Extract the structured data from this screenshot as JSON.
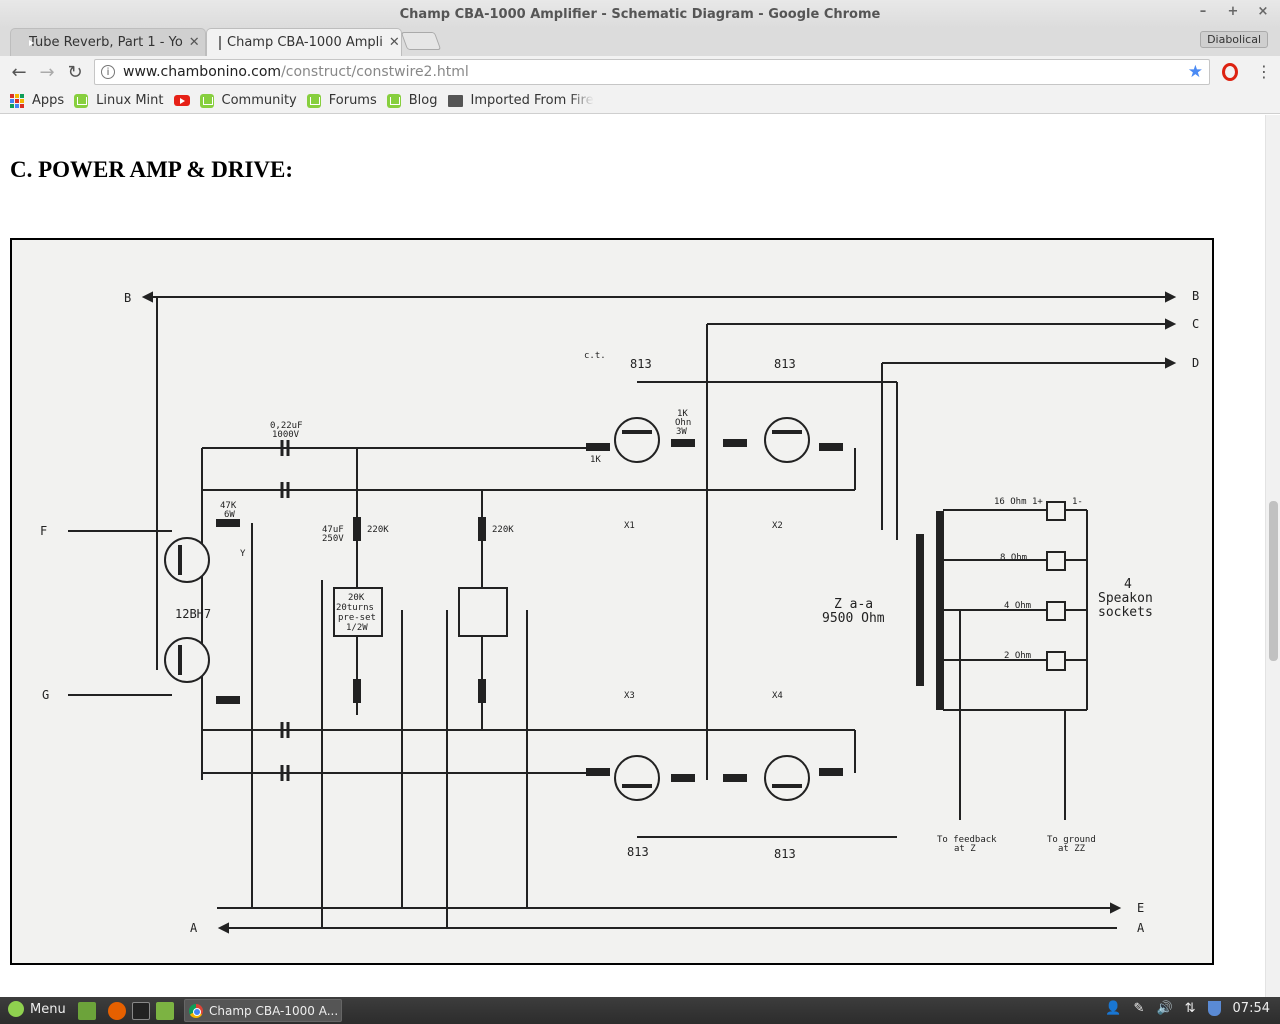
{
  "window": {
    "title": "Champ CBA-1000 Amplifier - Schematic Diagram - Google Chrome"
  },
  "tabs": [
    {
      "label": "Tube Reverb, Part 1 - Yo",
      "icon": "youtube-icon"
    },
    {
      "label": "Champ CBA-1000 Ampli",
      "icon": "page-icon"
    }
  ],
  "profile": "Diabolical",
  "address": {
    "host": "www.chambonino.com",
    "path": "/construct/constwire2.html"
  },
  "bookmarks": [
    "Apps",
    "Linux Mint",
    "Community",
    "Forums",
    "Blog",
    "Imported From Fire"
  ],
  "page": {
    "heading": "C. POWER AMP & DRIVE:"
  },
  "schematic": {
    "terminals": [
      "B",
      "C",
      "D",
      "F",
      "G",
      "E",
      "A"
    ],
    "tube_labels": [
      "813",
      "813",
      "813",
      "813",
      "12BH7"
    ],
    "caps": [
      "0,22uF",
      "1000V",
      "47uF",
      "250V"
    ],
    "resistors": [
      "220K",
      "47K",
      "6W",
      "1K",
      "Ohn",
      "3W"
    ],
    "presets": [
      "20K",
      "20turns",
      "pre-set",
      "1/2W"
    ],
    "pins": [
      "X1",
      "X2",
      "X3",
      "X4",
      "c.t.",
      "Y"
    ],
    "taps": [
      "16 Ohm",
      "8 Ohm",
      "4 Ohm",
      "2 Ohm",
      "1+",
      "1-"
    ],
    "transformer": [
      "Z a-a",
      "9500 Ohm"
    ],
    "sockets": [
      "4",
      "Speakon",
      "sockets"
    ],
    "notes": [
      "To feedback",
      "at Z",
      "To ground",
      "at ZZ"
    ]
  },
  "taskbar": {
    "menu": "Menu",
    "task": "Champ CBA-1000 A...",
    "time": "07:54"
  }
}
